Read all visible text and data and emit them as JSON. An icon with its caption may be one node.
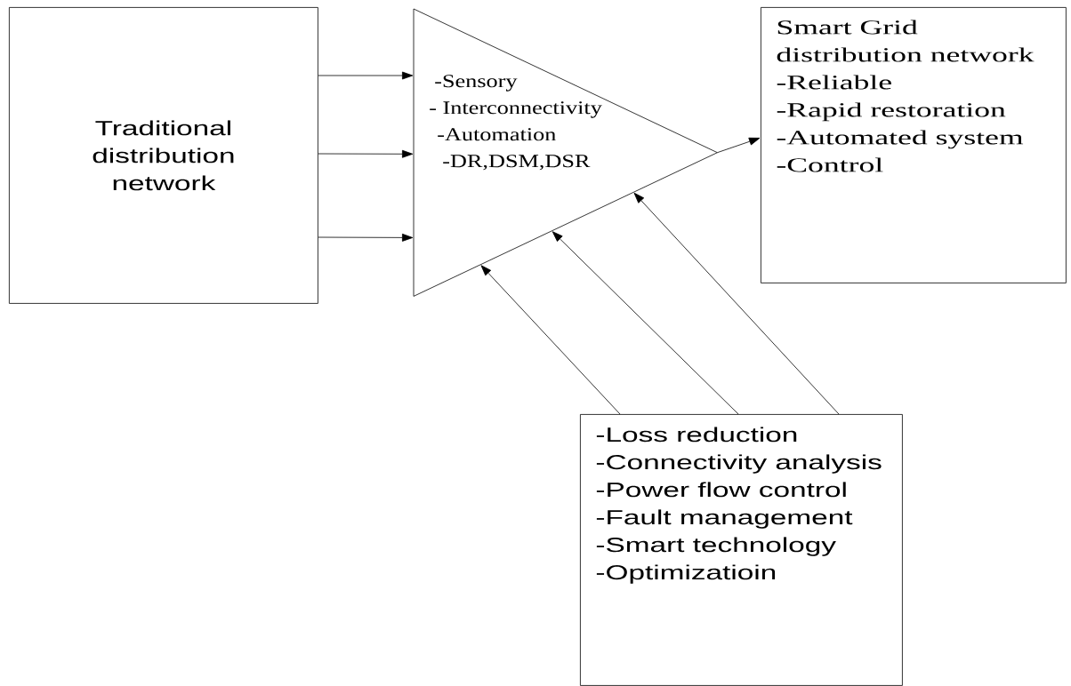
{
  "diagram": {
    "nodes": [
      {
        "text": [
          "Traditional distribution network"
        ]
      },
      {
        "text": [
          "-Sensory",
          "- Interconnectivity",
          "-Automation",
          "-DR,DSM,DSR"
        ]
      },
      {
        "text": [
          "Smart Grid distribution network",
          "-Reliable",
          "-Rapid restoration",
          "-Automated system",
          "-Control"
        ]
      },
      {
        "text": [
          "-Loss reduction",
          "-Connectivity analysis",
          "-Power flow control",
          "-Fault management",
          "-Smart technology",
          "-Optimizatioin"
        ]
      }
    ],
    "edges": [
      {
        "from": 0,
        "to": 1,
        "arrow": "to"
      },
      {
        "from": 0,
        "to": 1,
        "arrow": "to"
      },
      {
        "from": 0,
        "to": 1,
        "arrow": "to"
      },
      {
        "from": 1,
        "to": 2,
        "arrow": "to"
      },
      {
        "from": 3,
        "to": 1,
        "arrow": "to"
      },
      {
        "from": 3,
        "to": 1,
        "arrow": "to"
      },
      {
        "from": 3,
        "to": 1,
        "arrow": "to"
      }
    ]
  }
}
